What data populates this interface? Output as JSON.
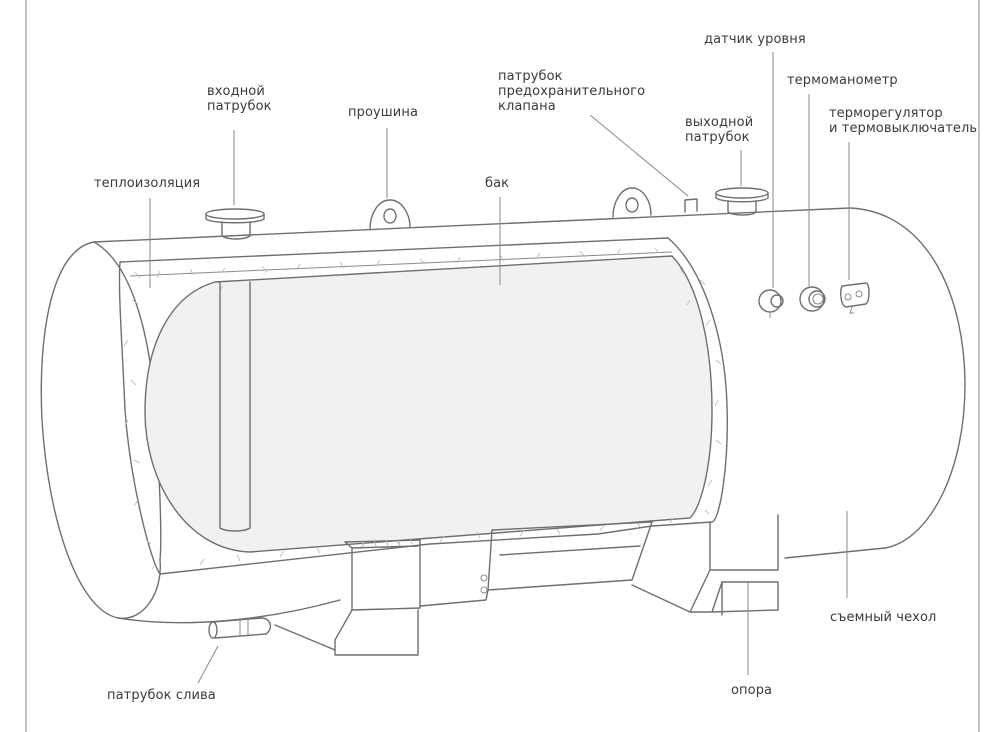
{
  "labels": {
    "inlet": "входной\nпатрубок",
    "lug": "проушина",
    "relief_valve": "патрубок\nпредохранительного\nклапана",
    "outlet": "выходной\nпатрубок",
    "level_sensor": "датчик уровня",
    "thermomanometer": "термоманометр",
    "thermostat": "терморегулятор\nи термовыключатель",
    "insulation": "теплоизоляция",
    "tank": "бак",
    "cover": "съемный чехол",
    "support": "опора",
    "drain": "патрубок слива"
  },
  "colors": {
    "line": "#6f6f6f",
    "tank_fill": "#f1f1f1",
    "text": "#3a3a3a"
  }
}
